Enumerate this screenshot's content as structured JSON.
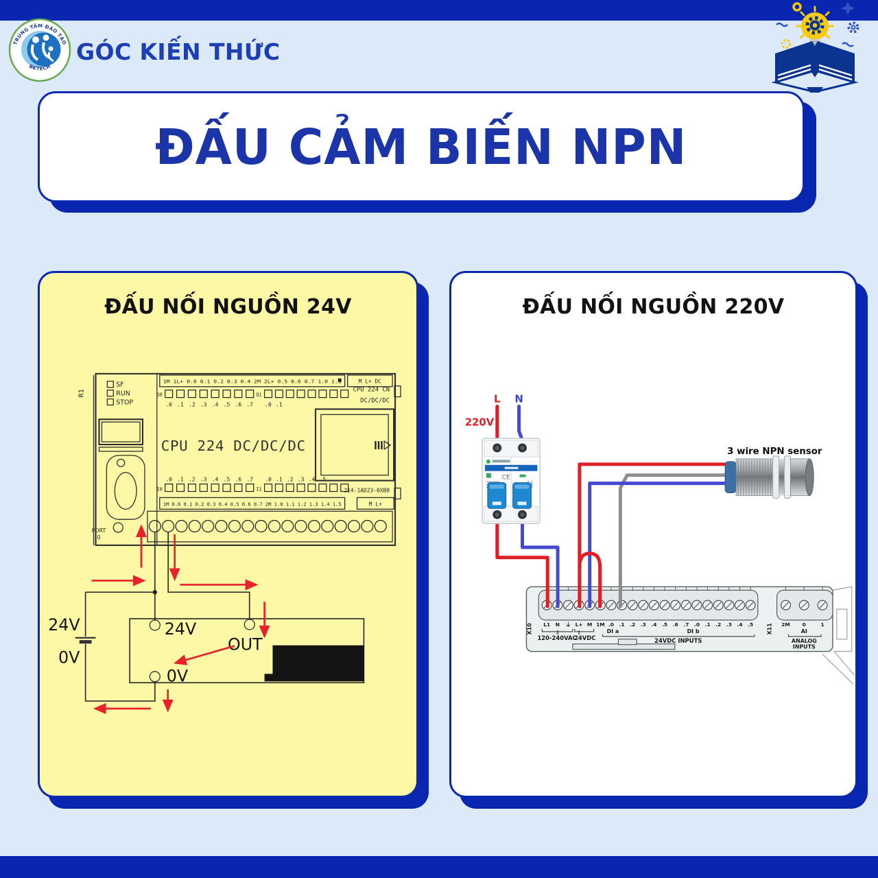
{
  "colors": {
    "dark_blue": "#0826AF",
    "light_blue": "#DCE9F8",
    "panel_yellow": "#FCF8A5",
    "title_blue": "#1B35A8",
    "brand_blue": "#1D3FB5",
    "wire_red": "#E01E25",
    "wire_blue": "#4548D0",
    "wire_gray": "#8D8D8D",
    "breaker_toggle_blue": "#1E88D2"
  },
  "header": {
    "brand": "GÓC KIẾN THỨC",
    "logo": {
      "arc_text": "TRUNG TÂM ĐÀO TẠO",
      "bottom_text": "BKTECH"
    }
  },
  "title": "ĐẤU CẢM BIẾN NPN",
  "left_panel": {
    "heading": "ĐẤU NỐI NGUỒN 24V",
    "plc": {
      "r_label": "R1",
      "leds": [
        "SF",
        "RUN",
        "STOP"
      ],
      "top_strip": "1M 1L+ 0.0 0.1 0.2 0.3 0.4 2M 2L+ 0.5 0.6 0.7 1.0 1.1",
      "top_right_strip": "M L+ DC",
      "q0": "Q0",
      "q1": "Q1",
      "q0_bits": [
        ".0",
        ".1",
        ".2",
        ".3",
        ".4",
        ".5",
        ".6",
        ".7"
      ],
      "q1_bits": [
        ".0",
        ".1"
      ],
      "model_big": "CPU 224 DC/DC/DC",
      "model_cn": "CPU 224 CN",
      "model_sub": "DC/DC/DC",
      "i0": "I0",
      "i1": "I1",
      "i0_bits": [
        ".0",
        ".1",
        ".2",
        ".3",
        ".4",
        ".5",
        ".6",
        ".7"
      ],
      "i1_bits": [
        ".0",
        ".1",
        ".2",
        ".3",
        ".4",
        ".5"
      ],
      "part_number": "214-1AD23-0XB8",
      "bottom_strip": "1M 0.0 0.1 0.2 0.3 0.4 0.5 0.6 0.7 2M 1.0 1.1 1.2 1.3 1.4 1.5",
      "bottom_right_strip": "M L+",
      "port_line1": "PORT",
      "port_line2": "0"
    },
    "battery": {
      "positive": "24V",
      "negative": "0V"
    },
    "sensor_terminals": {
      "power": "24V",
      "output": "OUT",
      "ground": "0V"
    }
  },
  "right_panel": {
    "heading": "ĐẤU NỐI NGUỒN 220V",
    "line": "L",
    "neutral": "N",
    "voltage": "220V",
    "breaker": {
      "ce_mark": "CE"
    },
    "sensor_label": "3 wire NPN sensor",
    "terminal_strip": {
      "x10": "X10",
      "x11": "X11",
      "terminals": [
        "L1",
        "N",
        "⏚",
        "L+",
        "M",
        "1M",
        ".0",
        ".1",
        ".2",
        ".3",
        ".4",
        ".5",
        ".6",
        ".7",
        ".0",
        ".1",
        ".2",
        ".3",
        ".4",
        ".5"
      ],
      "analog_terminals": [
        "2M",
        "0",
        "1"
      ],
      "down_arrow": "⇩",
      "up_arrow": "⇧",
      "group_ac": "120-240VAC",
      "group_dc": "24VDC",
      "di_a": "DI a",
      "di_b": "DI b",
      "inputs_label": "24VDC INPUTS",
      "ai": "AI",
      "analog_line1": "ANALOG",
      "analog_line2": "INPUTS"
    }
  }
}
